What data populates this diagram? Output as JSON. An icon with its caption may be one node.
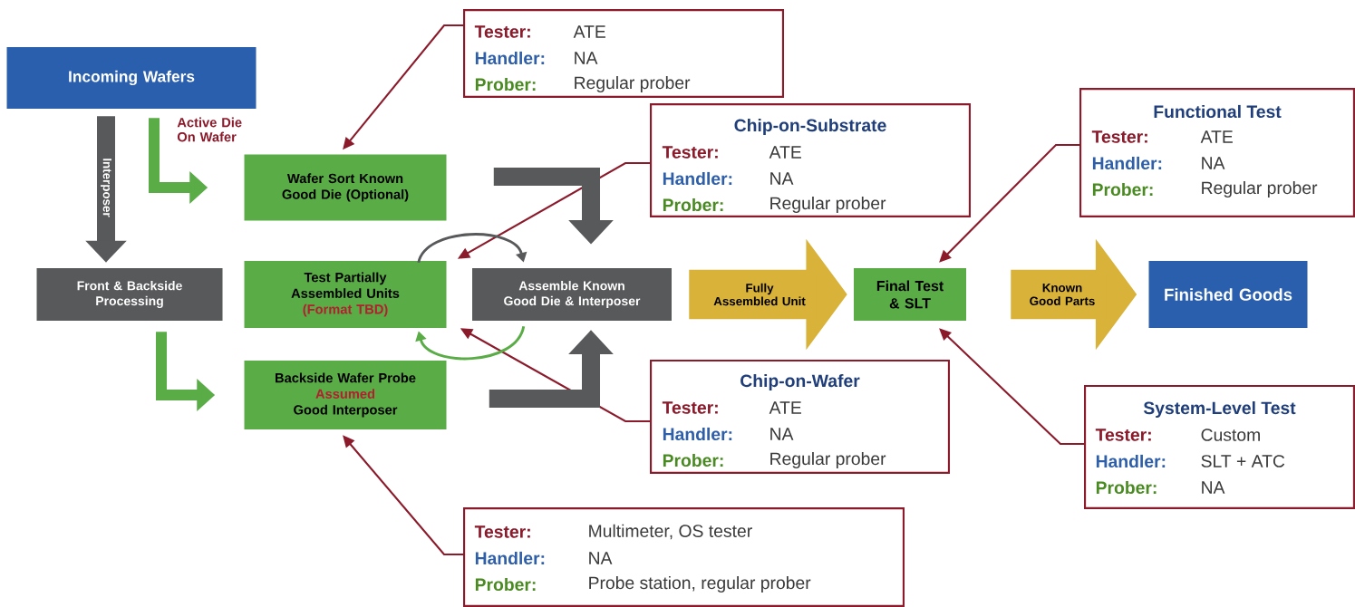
{
  "diagram": {
    "nodes": [
      {
        "text": [
          "Incoming Wafers"
        ]
      },
      {
        "text": [
          "Front & Backside Processing"
        ]
      },
      {
        "text": [
          "Wafer Sort Known Good Die (Optional)"
        ]
      },
      {
        "text": [
          "Test Partially Assembled Units",
          "(Format TBD)"
        ]
      },
      {
        "text": [
          "Backside Wafer Probe",
          "Assumed",
          "Good Interposer"
        ]
      },
      {
        "text": [
          "Assemble Known Good Die & Interposer"
        ]
      },
      {
        "text": [
          "Final Test & SLT"
        ]
      },
      {
        "text": [
          "Finished Goods"
        ]
      },
      {
        "text": [
          "Tester:",
          "ATE",
          "Handler:",
          "NA",
          "Prober:",
          "Regular prober"
        ]
      },
      {
        "text": [
          "Chip-on-Substrate",
          "Tester:",
          "ATE",
          "Handler:",
          "NA",
          "Prober:",
          "Regular prober"
        ]
      },
      {
        "text": [
          "Functional Test",
          "Tester:",
          "ATE",
          "Handler:",
          "NA",
          "Prober:",
          "Regular prober"
        ]
      },
      {
        "text": [
          "Chip-on-Wafer",
          "Tester:",
          "ATE",
          "Handler:",
          "NA",
          "Prober:",
          "Regular prober"
        ]
      },
      {
        "text": [
          "System-Level Test",
          "Tester:",
          "Custom",
          "Handler:",
          "SLT + ATC",
          "Prober:",
          "NA"
        ]
      },
      {
        "text": [
          "Tester:",
          "Multimeter, OS tester",
          "Handler:",
          "NA",
          "Prober:",
          "Probe station, regular prober"
        ]
      }
    ],
    "edges": [
      {
        "from": 8,
        "to": 2,
        "arrow": "to"
      },
      {
        "from": 9,
        "to": 3,
        "arrow": "to"
      },
      {
        "from": 11,
        "to": 3,
        "arrow": "to"
      },
      {
        "from": 10,
        "to": 6,
        "arrow": "to"
      },
      {
        "from": 12,
        "to": 6,
        "arrow": "to"
      },
      {
        "from": 13,
        "to": 4,
        "arrow": "to"
      },
      {
        "from": 0,
        "to": 1,
        "arrow": "to",
        "label": "Interposer",
        "style": "thick",
        "color": "#58595b"
      },
      {
        "from": 0,
        "to": 2,
        "arrow": "to",
        "label": "Active Die On Wafer",
        "style": "thick",
        "color": "#5aac46"
      },
      {
        "from": 1,
        "to": 4,
        "arrow": "to",
        "style": "thick",
        "color": "#5aac46"
      },
      {
        "from": 2,
        "to": 5,
        "arrow": "to",
        "style": "thick",
        "color": "#58595b"
      },
      {
        "from": 4,
        "to": 5,
        "arrow": "to",
        "style": "thick",
        "color": "#58595b"
      },
      {
        "from": 3,
        "to": 5,
        "arrow": "to",
        "color": "#58595b"
      },
      {
        "from": 5,
        "to": 3,
        "arrow": "to",
        "color": "#5aac46"
      },
      {
        "from": 5,
        "to": 6,
        "arrow": "to",
        "label": "Fully Assembled Unit",
        "style": "thick",
        "color": "#d9b23a"
      },
      {
        "from": 6,
        "to": 7,
        "arrow": "to",
        "label": "Known Good Parts",
        "style": "thick",
        "color": "#d9b23a"
      }
    ]
  }
}
